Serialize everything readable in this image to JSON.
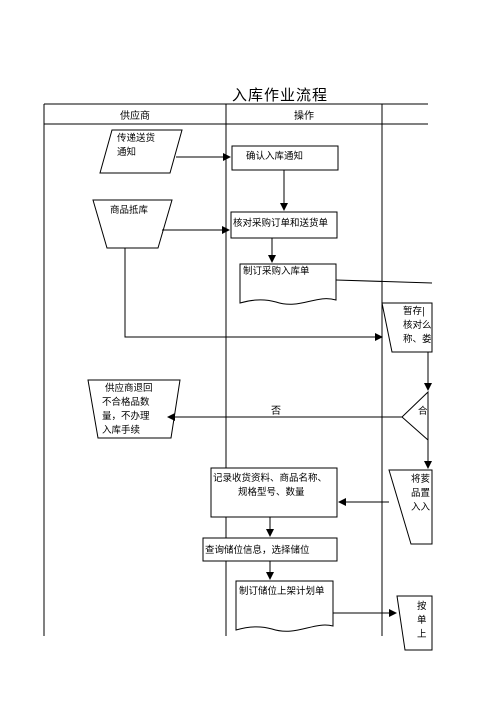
{
  "title": "入库作业流程",
  "lanes": [
    "供应商",
    "操作",
    ""
  ],
  "nodes": {
    "notify_supplier": [
      "传递送货",
      "通知"
    ],
    "confirm_notice": [
      "确认入库通知"
    ],
    "goods_arrive": [
      "商品抵库"
    ],
    "check_po": [
      "核对采购订单和送货单"
    ],
    "make_receipt": [
      "制订采购入库单"
    ],
    "temp_store": [
      "暂存|",
      "核对么",
      "称、娄"
    ],
    "return_goods": [
      "供应商退回",
      "不合格品数",
      "量，不办理",
      "入库手续"
    ],
    "qualified": [
      "合"
    ],
    "record_info": [
      "记录收货资料、商品名称、",
      "规格型号、数量"
    ],
    "store_goods": [
      "将荄",
      "品置",
      "入入"
    ],
    "query_location": [
      "查询储位信息，选择储位"
    ],
    "make_shelf_plan": [
      "制订储位上架计划单"
    ],
    "shelve": [
      "按",
      "单",
      "上"
    ]
  },
  "labels": {
    "no": "否"
  }
}
